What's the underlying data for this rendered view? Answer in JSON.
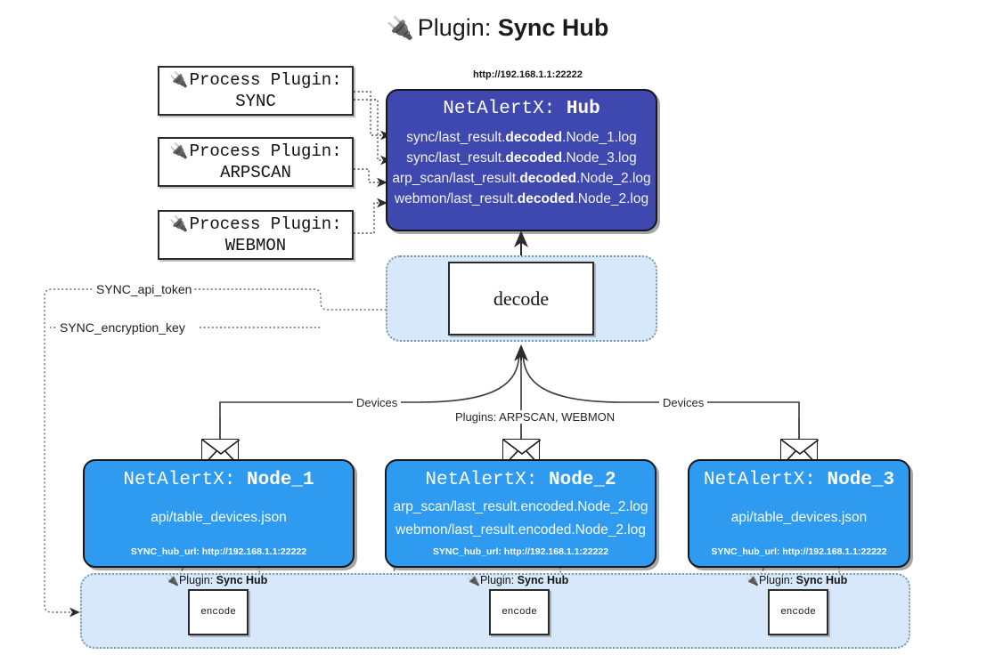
{
  "header": {
    "icon": "plug-icon",
    "prefix": "Plugin:",
    "title": "Sync Hub"
  },
  "process_plugins": [
    {
      "line1": "Process Plugin:",
      "line2": "SYNC",
      "icon": "plug-icon"
    },
    {
      "line1": "Process Plugin:",
      "line2": "ARPSCAN",
      "icon": "plug-icon"
    },
    {
      "line1": "Process Plugin:",
      "line2": "WEBMON",
      "icon": "plug-icon"
    }
  ],
  "hub": {
    "url": "http://192.168.1.1:22222",
    "title_prefix": "NetAlertX:",
    "title_name": "Hub",
    "logs": [
      {
        "pre": "sync/last_result.",
        "mid": "decoded",
        "post": ".Node_1.log"
      },
      {
        "pre": "sync/last_result.",
        "mid": "decoded",
        "post": ".Node_3.log"
      },
      {
        "pre": "arp_scan/last_result.",
        "mid": "decoded",
        "post": ".Node_2.log"
      },
      {
        "pre": "webmon/last_result.",
        "mid": "decoded",
        "post": ".Node_2.log"
      }
    ]
  },
  "decode": {
    "label": "decode"
  },
  "tokens": {
    "api_token": "SYNC_api_token",
    "encryption_key": "SYNC_encryption_key"
  },
  "edge_labels": {
    "devices_left": "Devices",
    "devices_right": "Devices",
    "plugins_center": "Plugins: ARPSCAN, WEBMON"
  },
  "nodes": [
    {
      "title_prefix": "NetAlertX:",
      "title_name": "Node_1",
      "lines": [
        "api/table_devices.json"
      ],
      "hub_url_label": "SYNC_hub_url: http://192.168.1.1:22222",
      "envelope_icon": "envelope-icon"
    },
    {
      "title_prefix": "NetAlertX:",
      "title_name": "Node_2",
      "lines": [
        "arp_scan/last_result.encoded.Node_2.log",
        "webmon/last_result.encoded.Node_2.log"
      ],
      "hub_url_label": "SYNC_hub_url: http://192.168.1.1:22222",
      "envelope_icon": "envelope-icon"
    },
    {
      "title_prefix": "NetAlertX:",
      "title_name": "Node_3",
      "lines": [
        "api/table_devices.json"
      ],
      "hub_url_label": "SYNC_hub_url: http://192.168.1.1:22222",
      "envelope_icon": "envelope-icon"
    }
  ],
  "encoders": [
    {
      "caption_prefix": "Plugin:",
      "caption_name": "Sync Hub",
      "label": "encode",
      "icon": "plug-icon"
    },
    {
      "caption_prefix": "Plugin:",
      "caption_name": "Sync Hub",
      "label": "encode",
      "icon": "plug-icon"
    },
    {
      "caption_prefix": "Plugin:",
      "caption_name": "Sync Hub",
      "label": "encode",
      "icon": "plug-icon"
    }
  ],
  "colors": {
    "hub_fill": "#3f48ae",
    "node_fill": "#2f9bf0",
    "container_fill": "#d6e8fa",
    "stroke": "#2b2b2b",
    "page_bg": "#ffffff"
  }
}
